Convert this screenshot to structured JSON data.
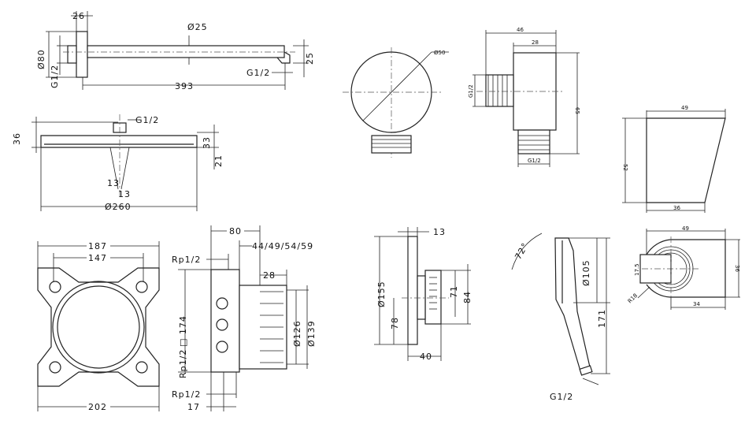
{
  "shower_arm": {
    "flange_depth": "26",
    "arm_dia": "Ø25",
    "flange_dia": "Ø80",
    "thread_left": "G1/2",
    "length": "393",
    "thread_right": "G1/2",
    "outlet_height": "25"
  },
  "shower_head": {
    "thread": "G1/2",
    "height_total": "36",
    "height_right": "33",
    "height_edge": "21",
    "angle_a": "13",
    "angle_b": "13",
    "diameter": "Ø260"
  },
  "mounting_plate": {
    "width_outer": "187",
    "width_inner": "147",
    "width_total": "202"
  },
  "ibox": {
    "depth": "80",
    "thread_top": "Rp1/2",
    "depth_range": "44/49/54/59",
    "depth_inner": "28",
    "square": "□ 174",
    "thread_mid": "Rp1/2",
    "dia_inner": "Ø126",
    "dia_outer": "Ø139",
    "thread_bottom": "Rp1/2",
    "offset": "17"
  },
  "wall_outlet_front": {
    "diameter": "Ø50"
  },
  "wall_outlet_side": {
    "width": "46",
    "body": "28",
    "thread_side": "G1/2",
    "height": "65",
    "thread_bottom": "G1/2"
  },
  "holder_side": {
    "top": "49",
    "height": "52",
    "bottom": "36"
  },
  "thermostat_trim": {
    "plate_depth": "13",
    "diameter": "Ø155",
    "center_height": "78",
    "knob_height": "71",
    "knob_outer": "84",
    "projection": "40"
  },
  "hand_shower": {
    "angle": "72°",
    "head_dia": "Ø105",
    "length": "171",
    "thread": "G1/2"
  },
  "holder_top": {
    "width": "49",
    "slot": "17.5",
    "depth": "36",
    "radius": "R18",
    "offset": "34"
  }
}
